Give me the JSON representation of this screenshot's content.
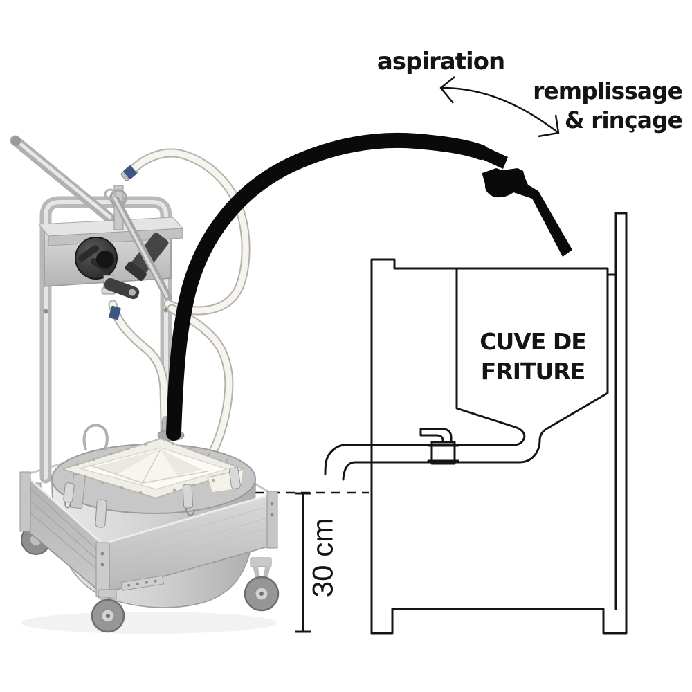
{
  "labels": {
    "aspiration": "aspiration",
    "remplissage_line1": "remplissage",
    "remplissage_line2": "& rinçage",
    "tank_line1": "CUVE DE",
    "tank_line2": "FRITURE",
    "dimension": "30 cm"
  },
  "colors": {
    "background": "#ffffff",
    "line_art": "#141414",
    "suction_hose": "#0a0a0a",
    "metal_light": "#e8e8e8",
    "metal_mid": "#c6c6c6",
    "metal_dark": "#9c9c9c",
    "pump_body": "#3a3a3a",
    "filter_cloth": "#f7f6f2",
    "wheel_gray": "#969696",
    "hose_white": "#f6f4ef",
    "connector_blue": "#3d5580"
  },
  "components": [
    "filter-cart",
    "pump",
    "pump-lever",
    "white-hose",
    "suction-wand",
    "filter-bag",
    "collection-drum",
    "casters",
    "suction-hose",
    "suction-nozzle",
    "fryer-outline",
    "drain-valve",
    "flow-arrow",
    "oil-level-dashed-line",
    "height-dimension"
  ]
}
